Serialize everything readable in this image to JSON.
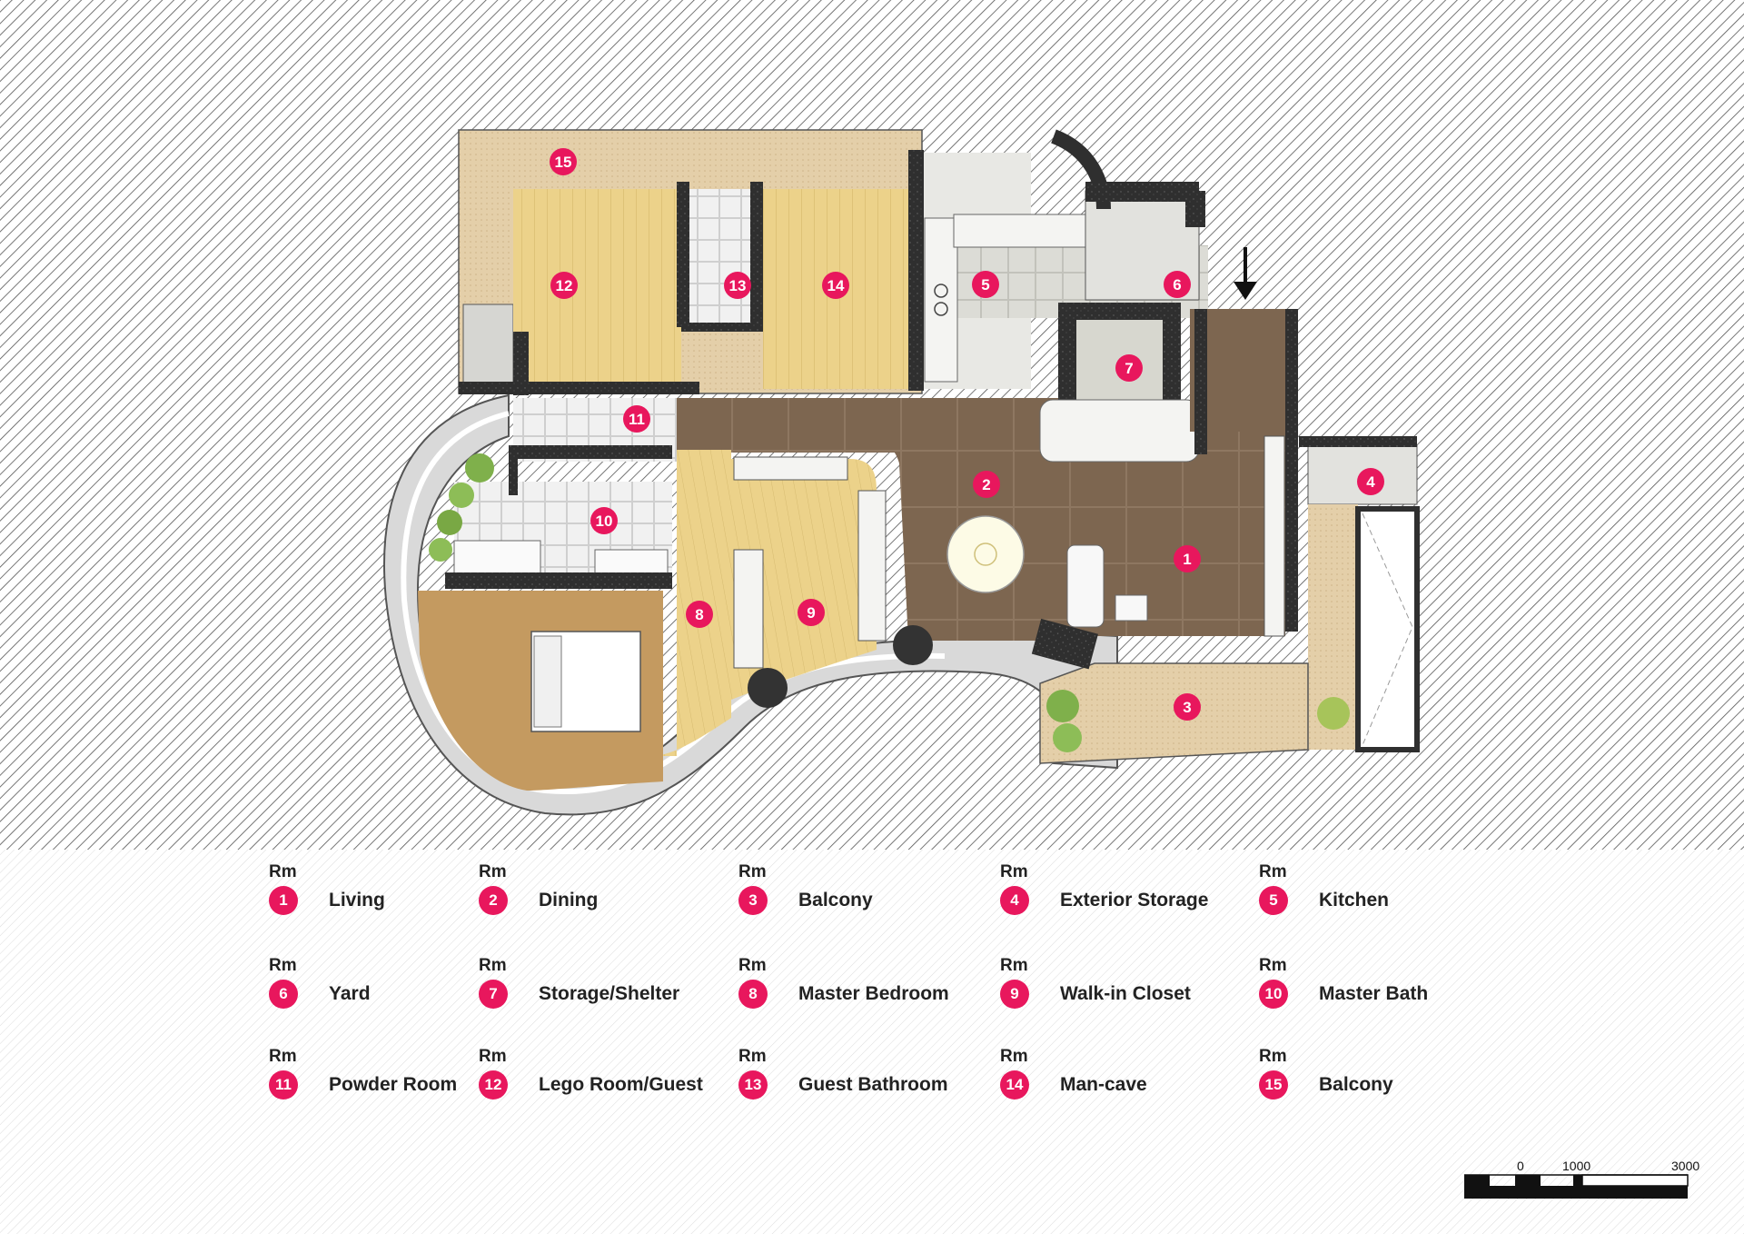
{
  "rooms": [
    {
      "num": "1",
      "name": "Living"
    },
    {
      "num": "2",
      "name": "Dining"
    },
    {
      "num": "3",
      "name": "Balcony"
    },
    {
      "num": "4",
      "name": "Exterior Storage"
    },
    {
      "num": "5",
      "name": "Kitchen"
    },
    {
      "num": "6",
      "name": "Yard"
    },
    {
      "num": "7",
      "name": "Storage/Shelter"
    },
    {
      "num": "8",
      "name": "Master Bedroom"
    },
    {
      "num": "9",
      "name": "Walk-in Closet"
    },
    {
      "num": "10",
      "name": "Master Bath"
    },
    {
      "num": "11",
      "name": "Powder Room"
    },
    {
      "num": "12",
      "name": "Lego Room/Guest"
    },
    {
      "num": "13",
      "name": "Guest Bathroom"
    },
    {
      "num": "14",
      "name": "Man-cave"
    },
    {
      "num": "15",
      "name": "Balcony"
    }
  ],
  "legend": {
    "prefix": "Rm"
  },
  "scale_bar": {
    "labels": [
      "0",
      "1000",
      "3000"
    ]
  },
  "colors": {
    "marker": "#e8175d",
    "floor_wood": "#ecd28a",
    "floor_tile_brown": "#7d6650",
    "balcony_deck": "#e4cfa9",
    "kitchen_tile": "#dcdcd6",
    "wall": "#2f2f2f"
  },
  "icons": [
    "entrance-arrow-icon",
    "north-scale-bar"
  ]
}
